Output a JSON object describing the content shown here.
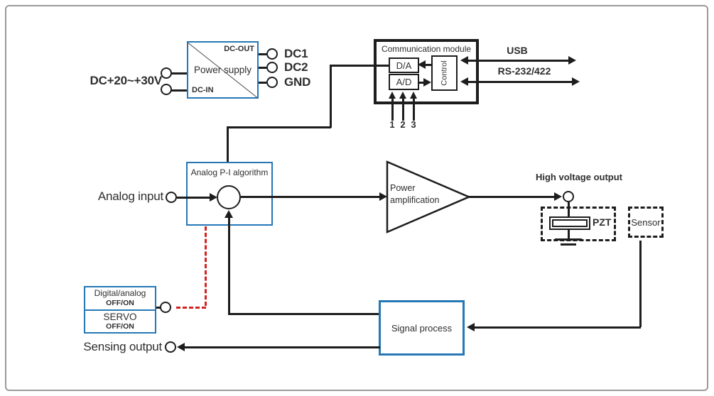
{
  "power_supply": {
    "input_label": "DC+20~+30V",
    "dc_out": "DC-OUT",
    "name": "Power supply",
    "dc_in": "DC-IN",
    "outputs": [
      "DC1",
      "DC2",
      "GND"
    ]
  },
  "comm_module": {
    "title": "Communication module",
    "da": "D/A",
    "ad": "A/D",
    "control": "Control",
    "pins": [
      "1",
      "2",
      "3"
    ],
    "usb_label": "USB",
    "rs_label": "RS-232/422"
  },
  "pi_block": {
    "label": "Analog P-I algorithm"
  },
  "labels": {
    "analog_input": "Analog input",
    "high_voltage_output": "High voltage output",
    "sensing_output": "Sensing output"
  },
  "power_amp": {
    "line1": "Power",
    "line2": "amplification"
  },
  "pzt": {
    "label": "PZT"
  },
  "sensor": {
    "label": "Sensor"
  },
  "signal_process": {
    "label": "Signal process"
  },
  "switch_box": {
    "row1_label": "Digital/analog",
    "row1_sub": "OFF/ON",
    "row2_label": "SERVO",
    "row2_sub": "OFF/ON"
  },
  "colors": {
    "box_blue": "#2577b6",
    "line_black": "#1d1d1d",
    "dashed_red": "#d42121",
    "frame_gray": "#9a9a9a"
  }
}
